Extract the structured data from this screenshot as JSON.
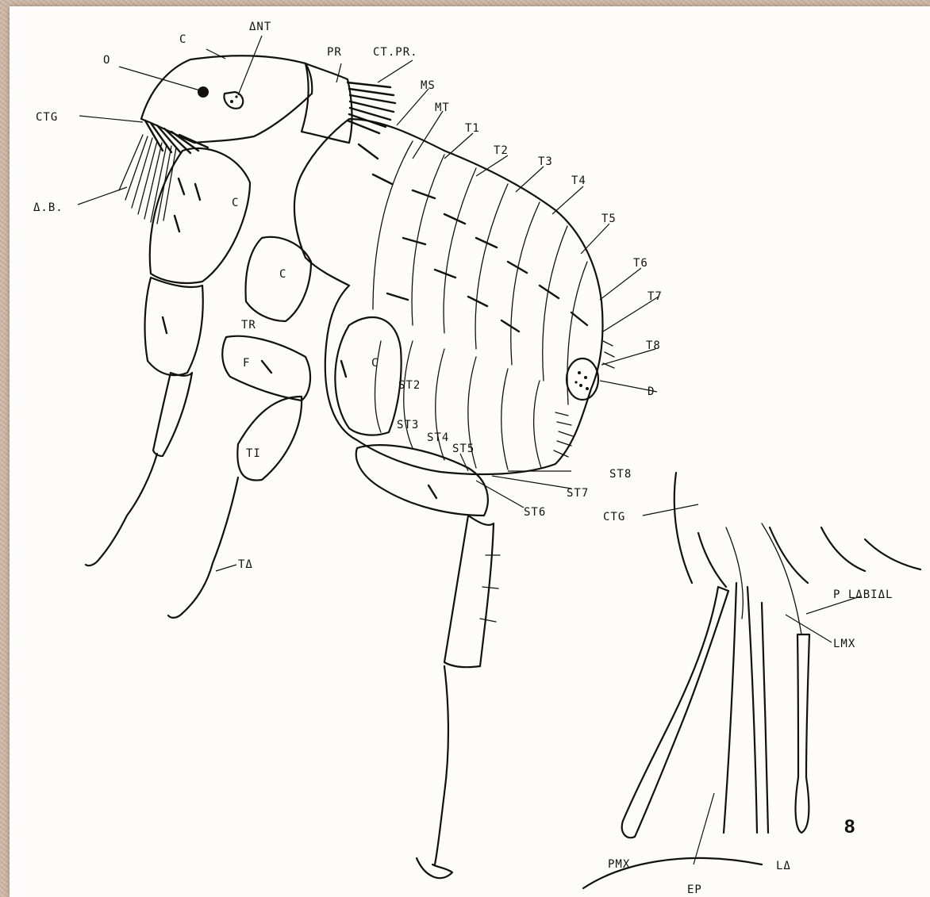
{
  "figure": {
    "plate_number": "8",
    "labels": {
      "c_head": "C",
      "ant": "ΔNT",
      "o": "O",
      "ctg": "CTG",
      "ab": "Δ.B.",
      "pr": "PR",
      "ctpr": "CT.PR.",
      "ms": "MS",
      "mt": "MT",
      "t1": "T1",
      "t2": "T2",
      "t3": "T3",
      "t4": "T4",
      "t5": "T5",
      "t6": "T6",
      "t7": "T7",
      "t8": "T8",
      "d": "D",
      "c1": "C",
      "c2": "C",
      "c3": "C",
      "tr": "TR",
      "f": "F",
      "ti": "TI",
      "ta": "TΔ",
      "st2": "ST2",
      "st3": "ST3",
      "st4": "ST4",
      "st5": "ST5",
      "st6": "ST6",
      "st7": "ST7",
      "st8": "ST8",
      "ctg_inset": "CTG",
      "lmx": "LMX",
      "plabial": "P LΔBIΔL",
      "pmx": "PMX",
      "ep": "EP",
      "la": "LΔ"
    }
  }
}
